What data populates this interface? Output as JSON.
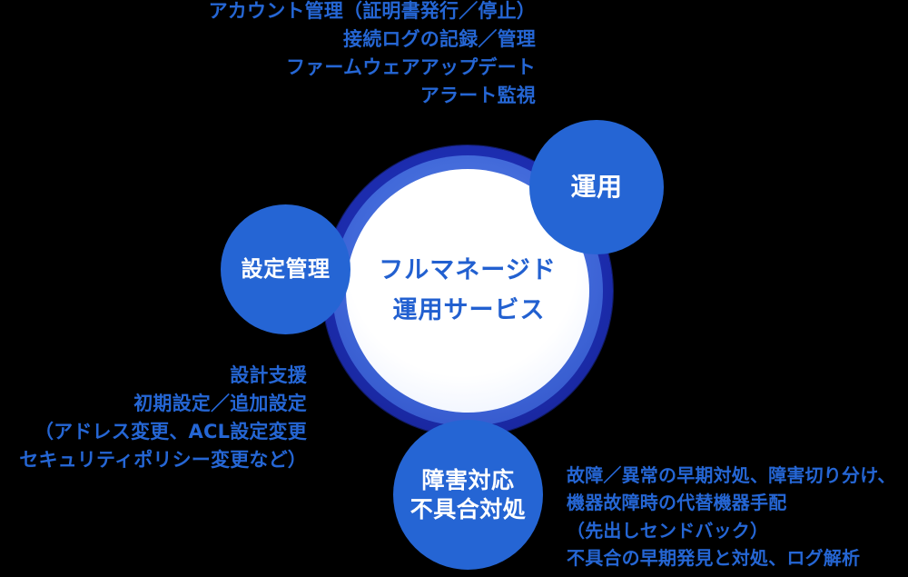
{
  "theme": {
    "background": "#000000",
    "ring_outer": "#1c2fae",
    "ring_mid": "#3f63d8",
    "ring_inner": "#ffffff",
    "bubble": "#2565d4",
    "annotation_text": "#2566d4",
    "center_text": "#2260d0",
    "bubble_text": "#ffffff"
  },
  "center": {
    "line1": "フルマネージド",
    "line2": "運用サービス"
  },
  "bubbles": [
    {
      "key": "unyou",
      "lines": [
        "運用"
      ]
    },
    {
      "key": "settei_kanri",
      "lines": [
        "設定管理"
      ]
    },
    {
      "key": "shougai_taiou",
      "lines": [
        "障害対応",
        "不具合対処"
      ]
    }
  ],
  "notes": {
    "top": {
      "lines": [
        "アカウント管理（証明書発行／停止）",
        "接続ログの記録／管理",
        "ファームウェアアップデート",
        "アラート監視"
      ]
    },
    "left": {
      "lines": [
        "設計支援",
        "初期設定／追加設定",
        "（アドレス変更、ACL設定変更",
        "セキュリティポリシー変更など）"
      ]
    },
    "bottom_right": {
      "lines": [
        "故障／異常の早期対処、障害切り分け、",
        "機器故障時の代替機器手配",
        "（先出しセンドバック）",
        "不具合の早期発見と対処、ログ解析"
      ]
    }
  }
}
